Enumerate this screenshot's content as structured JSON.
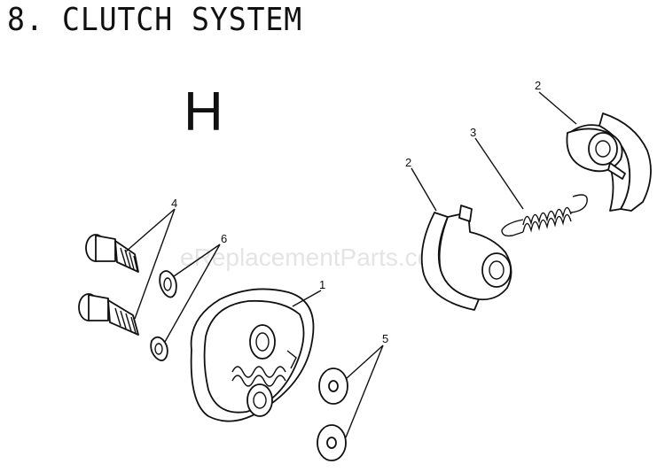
{
  "page": {
    "section_number": "8.",
    "section_title": "CLUTCH SYSTEM",
    "diagram_letter": "H",
    "watermark": "eReplacementParts.com"
  },
  "callouts": {
    "c1": "1",
    "c2a": "2",
    "c2b": "2",
    "c3": "3",
    "c4": "4",
    "c5": "5",
    "c6": "6"
  },
  "parts": [
    {
      "id": "1",
      "name": "clutch-assembly"
    },
    {
      "id": "2",
      "name": "clutch-shoe"
    },
    {
      "id": "3",
      "name": "clutch-spring"
    },
    {
      "id": "4",
      "name": "shoulder-bolt"
    },
    {
      "id": "5",
      "name": "washer"
    },
    {
      "id": "6",
      "name": "spacer"
    }
  ]
}
